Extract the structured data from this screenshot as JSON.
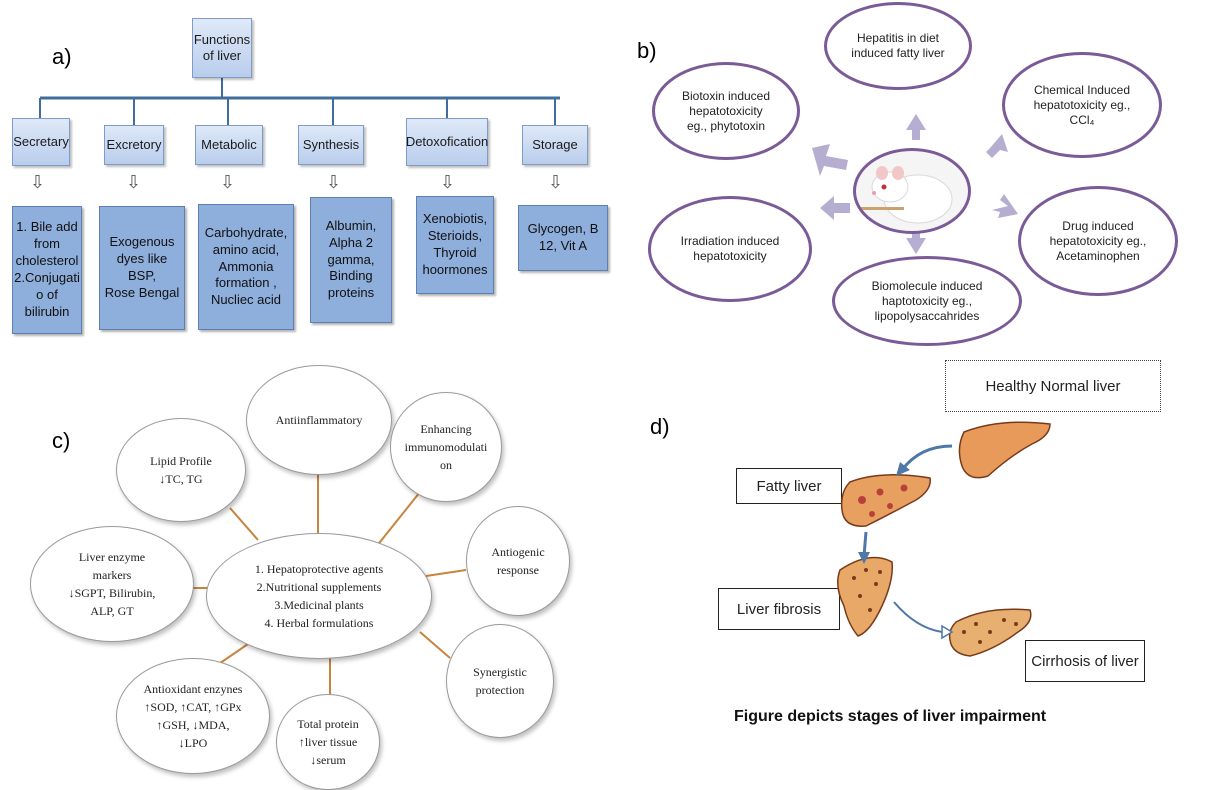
{
  "panel_a": {
    "label": "a)",
    "root": "Functions\nof liver",
    "categories": [
      "Secretary",
      "Excretory",
      "Metabolic",
      "Synthesis",
      "Detoxofication",
      "Storage"
    ],
    "leaves": [
      "1. Bile add\nfrom\ncholesterol\n2.Conjugati\no of\nbilirubin",
      "Exogenous\ndyes like BSP,\nRose Bengal",
      "Carbohydrate,\namino acid,\nAmmonia\nformation ,\nNucliec acid",
      "Albumin,\nAlpha 2\ngamma,\nBinding\nproteins",
      "Xenobiotis,\nSterioids,\nThyroid\nhoormones",
      "Glycogen, B\n12, Vit A"
    ],
    "arrow_glyph": "⇩"
  },
  "panel_b": {
    "label": "b)",
    "nodes": [
      "Hepatitis in diet\ninduced fatty liver",
      "Biotoxin induced\nhepatotoxicity\neg., phytotoxin",
      "Chemical Induced\nhepatotoxicity eg.,\nCCl₄",
      "Irradiation induced\nhepatotoxicity",
      "Drug induced\nhepatotoxicity eg.,\nAcetaminophen",
      "Biomolecule induced\nhaptotoxicity eg.,\nlipopolysaccahrides"
    ],
    "colors": {
      "ellipse_border": "#7a5a97",
      "arrow": "#b6aed0"
    }
  },
  "panel_c": {
    "label": "c)",
    "center": "1. Hepatoprotective agents\n2.Nutritional supplements\n3.Medicinal plants\n4. Herbal formulations",
    "nodes": [
      "Antiinflammatory",
      "Enhancing\nimmunomodulati\non",
      "Antiogenic\nresponse",
      "Synergistic\nprotection",
      "Total protein\n↑liver tissue\n↓serum",
      "Antioxidant enzynes\n↑SOD, ↑CAT, ↑GPx\n↑GSH, ↓MDA,\n↓LPO",
      "Liver enzyme\nmarkers\n↓SGPT, Bilirubin,\nALP, GT",
      "Lipid Profile\n↓TC, TG"
    ],
    "colors": {
      "connector": "#c8843e"
    }
  },
  "panel_d": {
    "label": "d)",
    "stages": [
      "Healthy Normal  liver",
      "Fatty liver",
      "Liver fibrosis",
      "Cirrhosis of liver"
    ],
    "caption": "Figure depicts stages of liver impairment",
    "colors": {
      "liver": "#e89a5a",
      "arrow": "#4d78a8"
    }
  }
}
